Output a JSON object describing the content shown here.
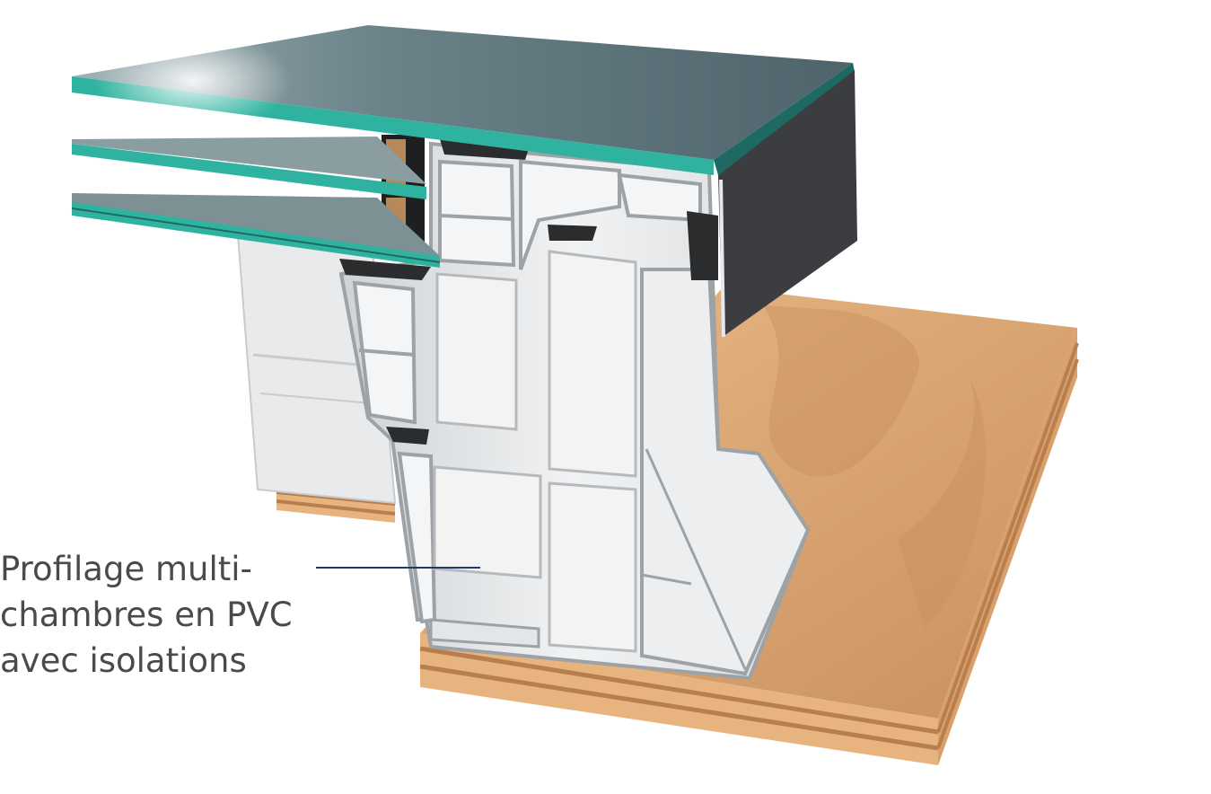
{
  "callout": {
    "lines": [
      "Profilage multi-",
      "chambres en PVC",
      "avec isolations"
    ]
  },
  "colors": {
    "leader_line": "#1f3a6b",
    "label_text": "#4a4a4a",
    "wood": "#dba877",
    "glass_edge": "#2fb3a0",
    "cap": "#3b3d40",
    "pvc": "#e6e8ea"
  }
}
